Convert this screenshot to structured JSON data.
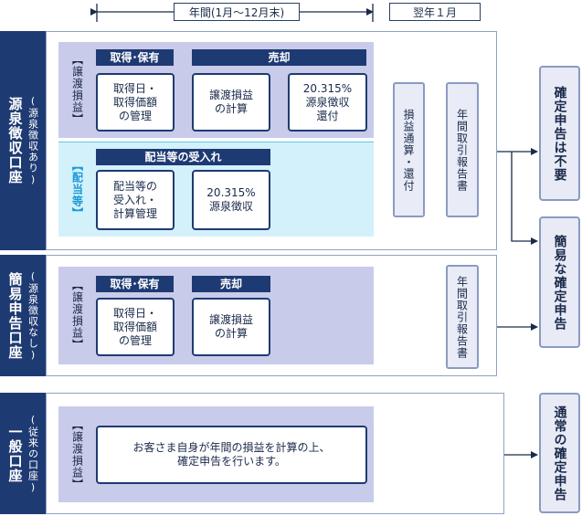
{
  "period": {
    "year": "年間(1月〜12月末)",
    "next_year": "翌年１月"
  },
  "accounts": [
    {
      "name": "源泉徴収口座",
      "sub": "(源泉徴収あり)"
    },
    {
      "name": "簡易申告口座",
      "sub": "(源泉徴収なし)"
    },
    {
      "name": "一般口座",
      "sub": "(従来の口座)"
    }
  ],
  "category_labels": {
    "capital_gain": "【譲渡損益】",
    "dividend": "【配当等】"
  },
  "headers": {
    "acquire_hold": "取得･保有",
    "sale": "売却",
    "dividend_receipt": "配当等の受入れ"
  },
  "boxes": {
    "acquisition_mgmt": "取得日・\n取得価額\nの管理",
    "gain_calc": "譲渡損益\nの計算",
    "withholding_refund": "20.315%\n源泉徴収\n還付",
    "dividend_mgmt": "配当等の\n受入れ・\n計算管理",
    "dividend_withholding": "20.315%\n源泉徴収",
    "self_calc": "お客さま自身が年間の損益を計算の上、\n確定申告を行います。"
  },
  "vertical_boxes": {
    "offset_refund": "損益通算・還付",
    "annual_report": "年間取引報告書"
  },
  "results": {
    "no_filing": "確定申告は不要",
    "simple_filing": "簡易な確定申告",
    "normal_filing": "通常の確定申告"
  }
}
